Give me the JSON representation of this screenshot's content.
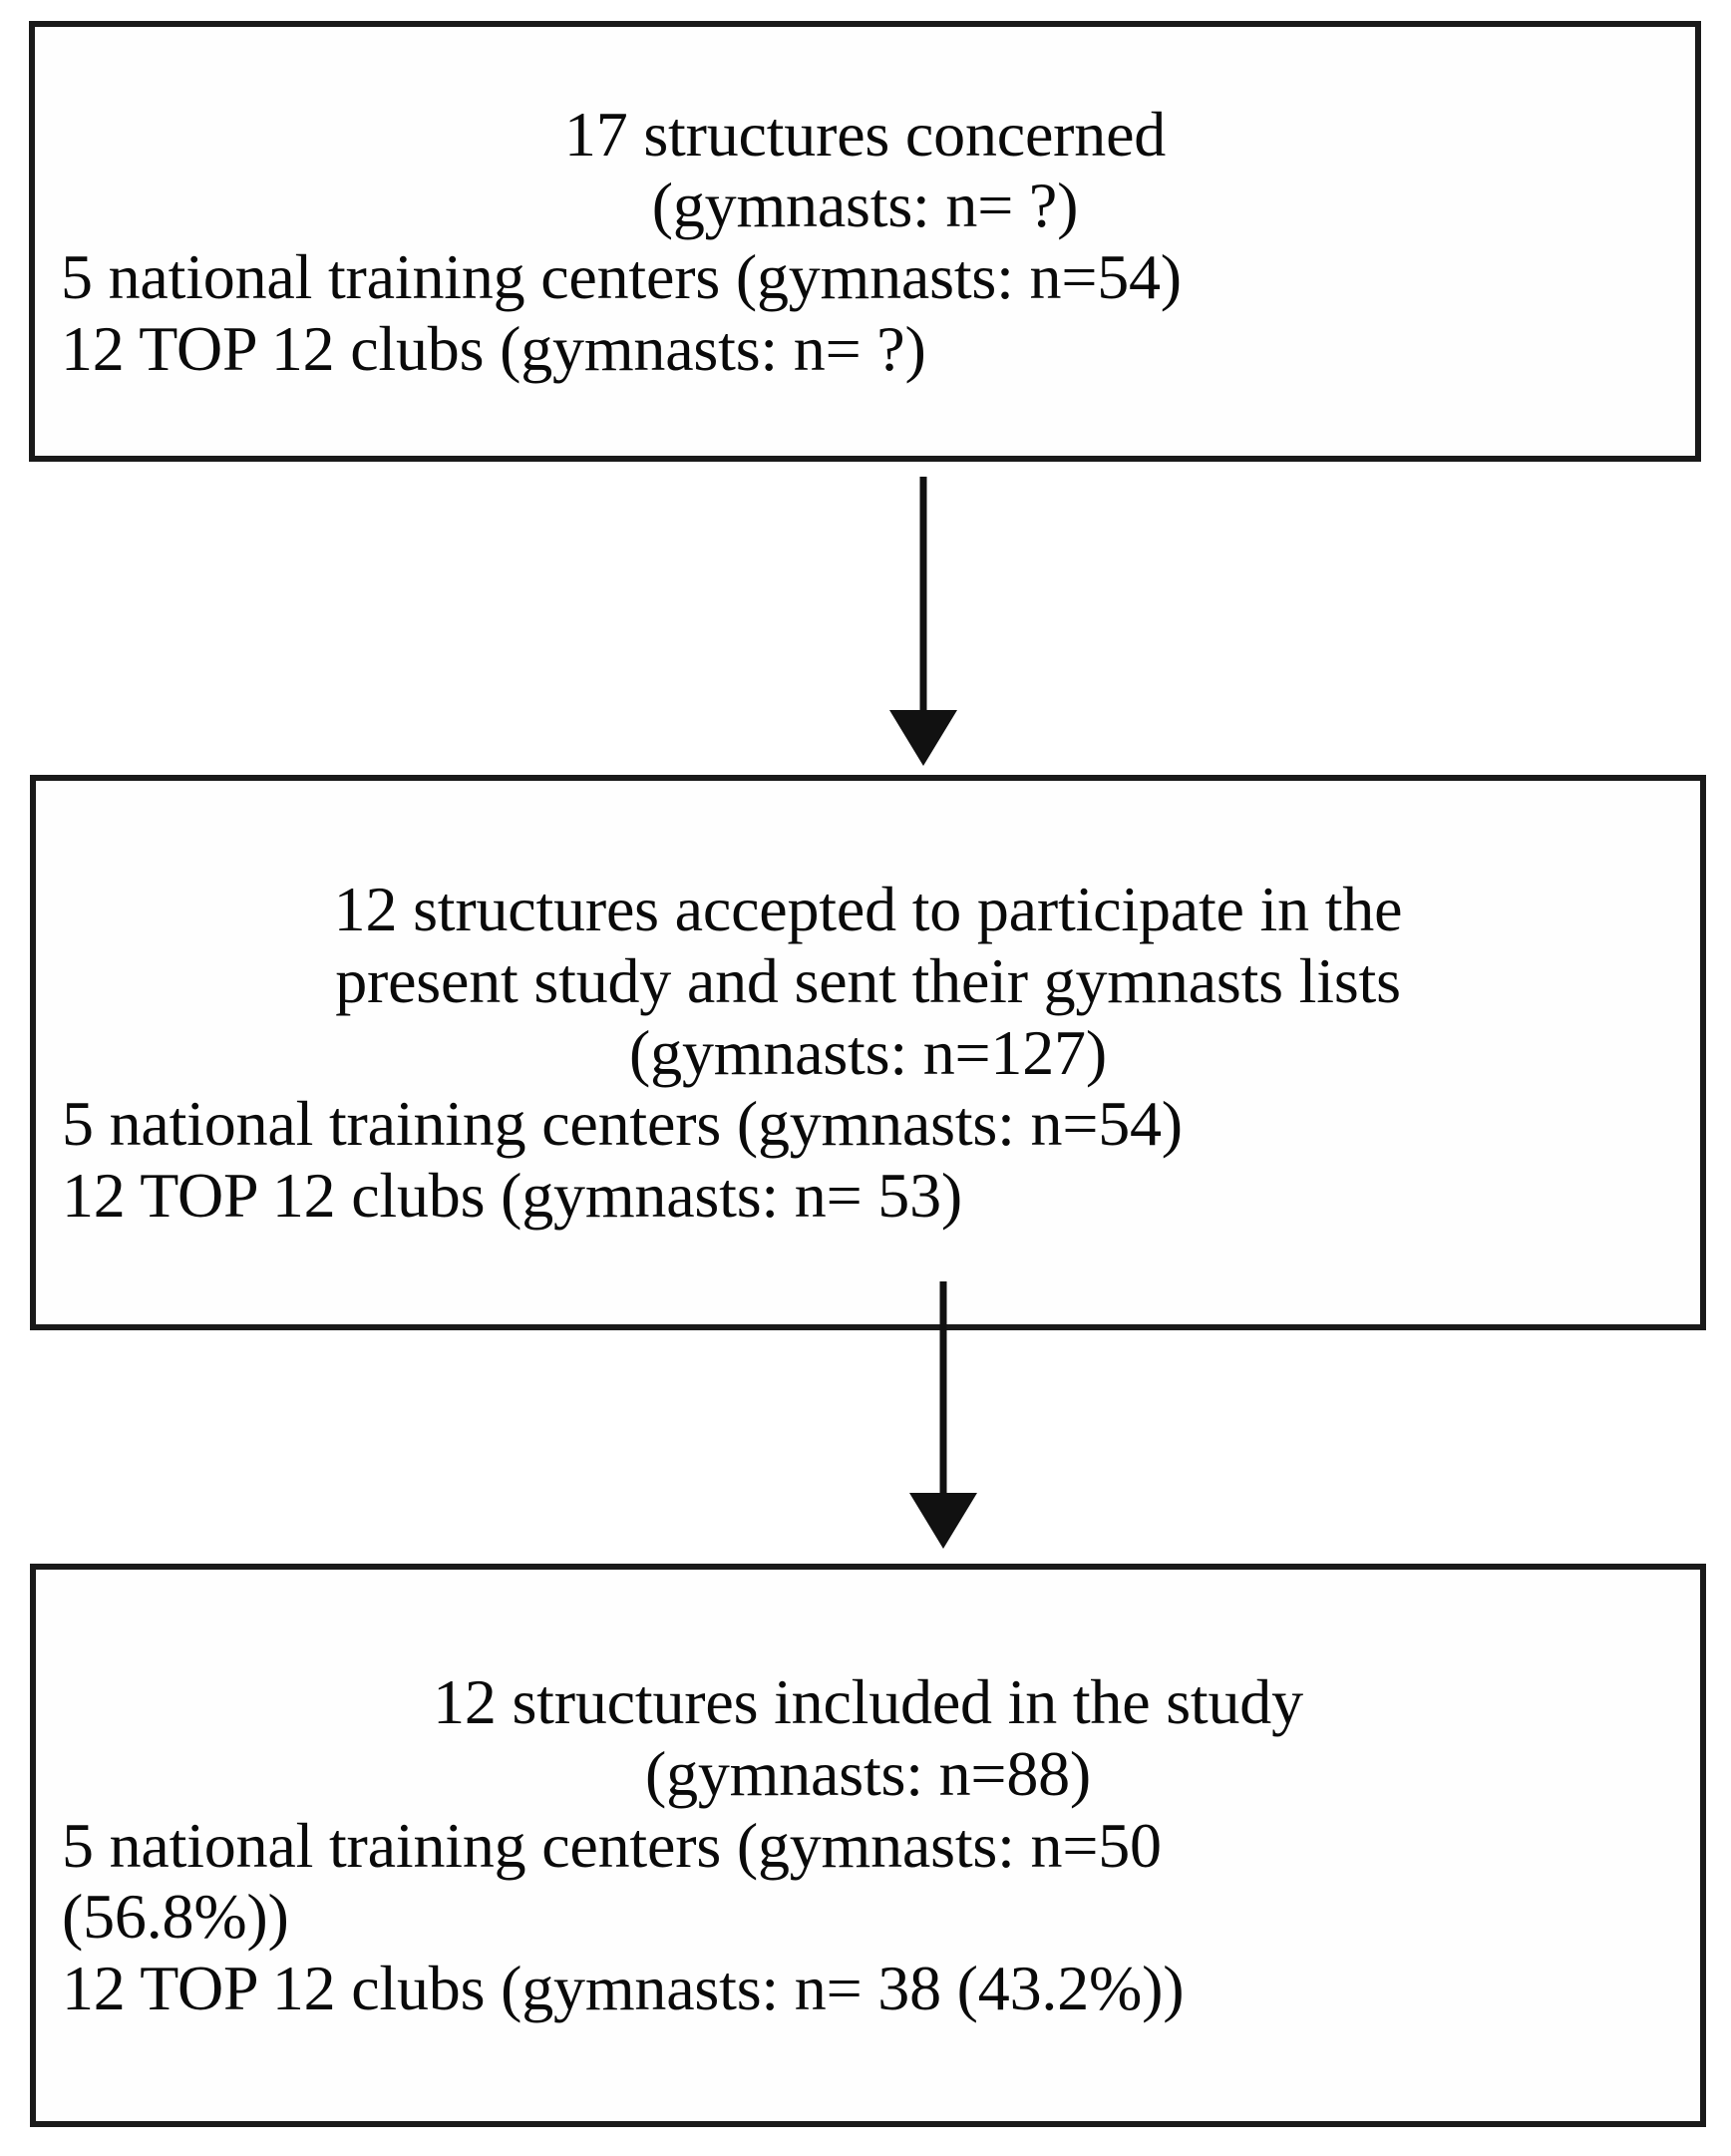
{
  "diagram": {
    "type": "flowchart",
    "orientation": "vertical",
    "node_count": 3,
    "connector_count": 2,
    "colors": {
      "box_border": "#1a1a1a",
      "box_fill": "#fefefe",
      "text": "#0a0a0a",
      "arrow": "#111111"
    },
    "boxes": [
      {
        "id": "box-1",
        "lines": [
          {
            "text": "17 structures concerned",
            "align": "center"
          },
          {
            "text": "(gymnasts: n= ?)",
            "align": "center"
          },
          {
            "text": "5 national training centers (gymnasts: n=54)",
            "align": "left"
          },
          {
            "text": "12 TOP 12 clubs (gymnasts: n= ?)",
            "align": "left"
          }
        ]
      },
      {
        "id": "box-2",
        "lines": [
          {
            "text": "12 structures accepted to participate in the",
            "align": "center"
          },
          {
            "text": "present study and sent their gymnasts lists",
            "align": "center"
          },
          {
            "text": "(gymnasts: n=127)",
            "align": "center"
          },
          {
            "text": "5 national training centers (gymnasts: n=54)",
            "align": "left"
          },
          {
            "text": "12 TOP 12 clubs (gymnasts: n= 53)",
            "align": "left"
          }
        ]
      },
      {
        "id": "box-3",
        "lines": [
          {
            "text": "12 structures included in the study",
            "align": "center"
          },
          {
            "text": "(gymnasts: n=88)",
            "align": "center"
          },
          {
            "text": "5 national training centers (gymnasts: n=50",
            "align": "left"
          },
          {
            "text": "(56.8%))",
            "align": "left"
          },
          {
            "text": "12 TOP 12 clubs (gymnasts: n= 38 (43.2%))",
            "align": "left"
          }
        ]
      }
    ],
    "arrows": [
      {
        "id": "arrow-1",
        "from": "box-1",
        "to": "box-2",
        "direction": "down"
      },
      {
        "id": "arrow-2",
        "from": "box-2",
        "to": "box-3",
        "direction": "down"
      }
    ]
  }
}
